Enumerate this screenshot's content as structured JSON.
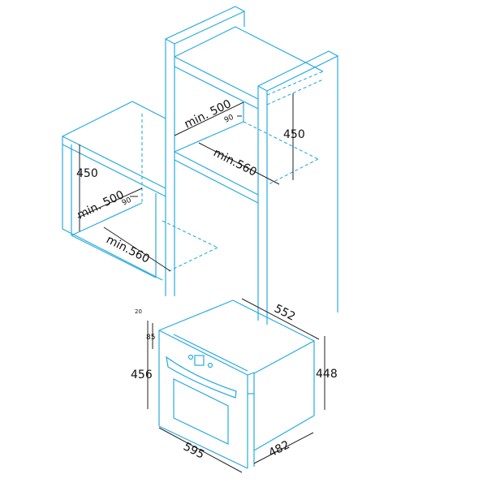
{
  "colors": {
    "outline": "#29abe2",
    "dimension": "#222222"
  },
  "low_cabinet": {
    "height": "450",
    "min_depth": "min. 500",
    "gap": "90",
    "min_width": "min.560"
  },
  "tall_cabinet": {
    "height": "450",
    "min_depth": "min. 500",
    "gap": "90",
    "min_width": "min.560"
  },
  "oven": {
    "depth": "552",
    "front_thickness": "20",
    "panel_height": "85",
    "front_height": "456",
    "body_height": "448",
    "width": "595",
    "body_depth": "482"
  }
}
